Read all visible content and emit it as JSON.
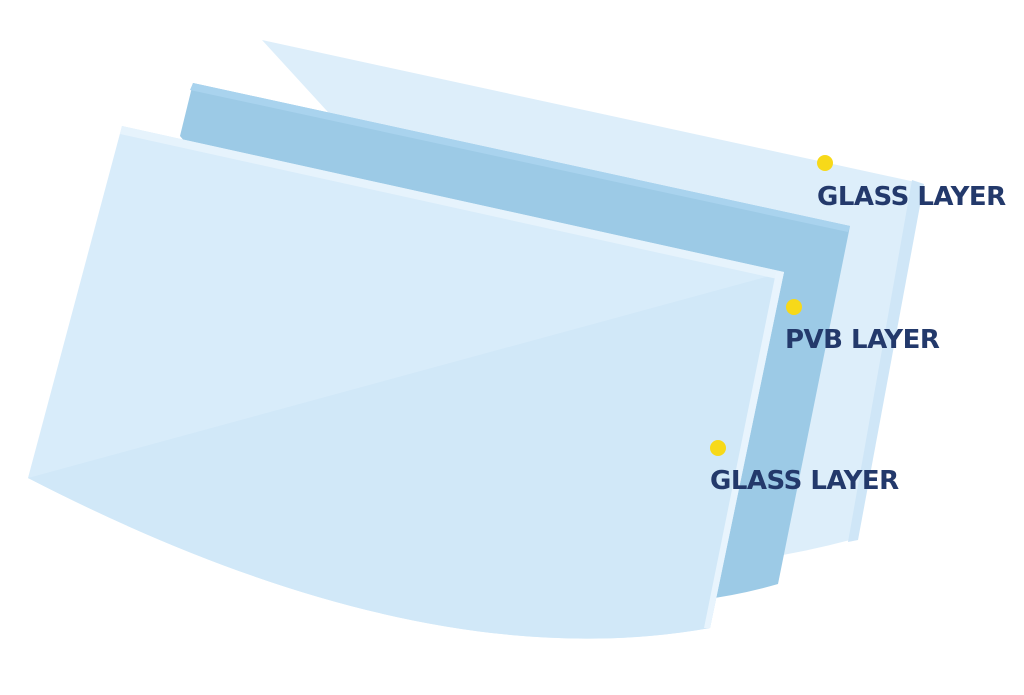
{
  "diagram": {
    "layers": [
      {
        "name": "back-glass",
        "label": "GLASS LAYER",
        "fill": "#ddeefa",
        "edge_fill": "#d3e9f8"
      },
      {
        "name": "pvb",
        "label": "PVB LAYER",
        "fill": "#9ccae6",
        "edge_fill": "#a8d2ec"
      },
      {
        "name": "front-glass",
        "label": "GLASS LAYER",
        "fill": "#d8ecfa",
        "edge_fill": "#e4f2fc"
      }
    ],
    "marker_color": "#f7d919",
    "label_color": "#23396b"
  }
}
